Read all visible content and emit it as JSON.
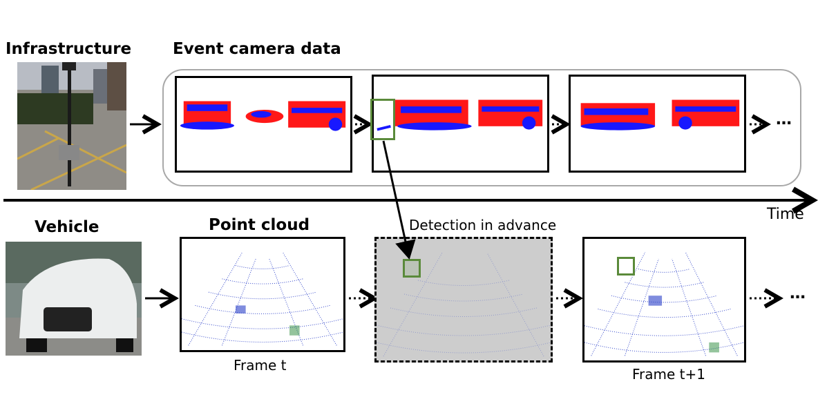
{
  "infrastructure": {
    "title": "Infrastructure"
  },
  "event": {
    "title": "Event camera data",
    "frames": 3,
    "ellipsis": "…"
  },
  "time_axis": {
    "label": "Time"
  },
  "vehicle": {
    "title": "Vehicle"
  },
  "point_cloud": {
    "title": "Point cloud",
    "frame_t_label": "Frame t",
    "detection_label": "Detection in advance",
    "frame_t1_label": "Frame t+1",
    "ellipsis": "…"
  },
  "colors": {
    "event_pos": "#ff0000",
    "event_neg": "#0000ff",
    "highlight": "#5a8a3a",
    "pointcloud": "#2a3fc8"
  }
}
